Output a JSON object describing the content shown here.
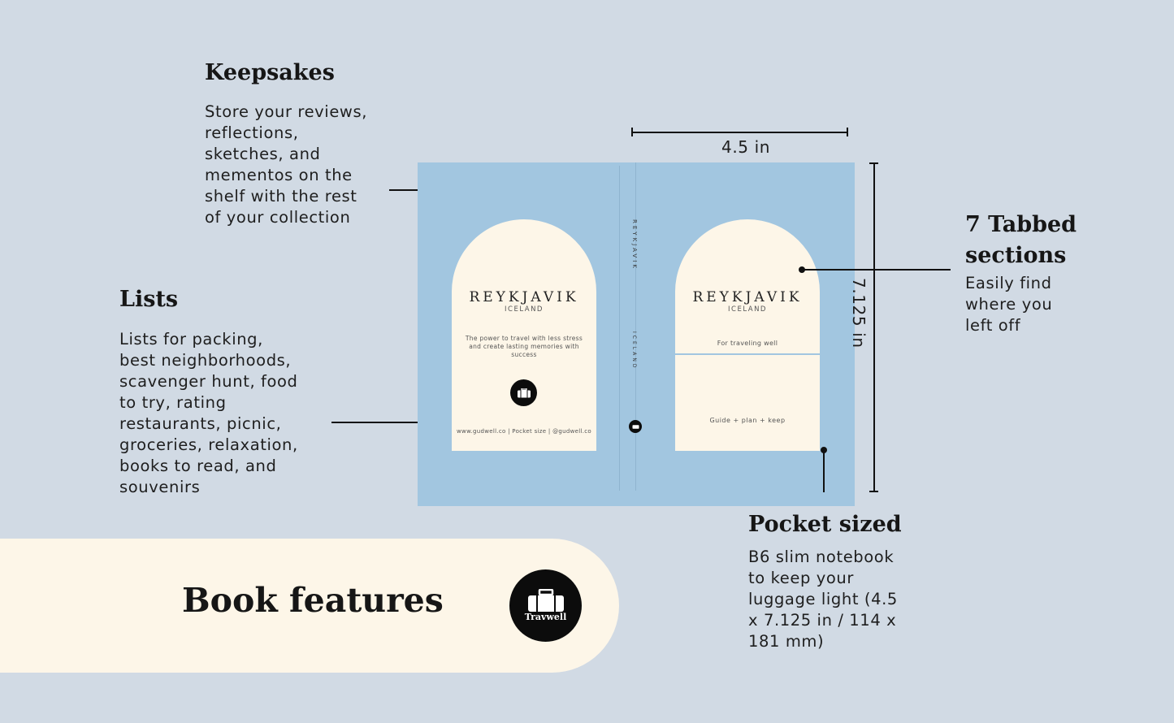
{
  "keepsakes": {
    "title": "Keepsakes",
    "lines": [
      "Store your reviews,",
      "reflections,",
      "sketches, and",
      "mementos on the",
      "shelf with the rest",
      "of your collection"
    ]
  },
  "lists": {
    "title": "Lists",
    "lines": [
      "Lists for packing,",
      "best neighborhoods,",
      "scavenger hunt, food",
      "to try, rating",
      "restaurants, picnic,",
      "groceries, relaxation,",
      "books to read, and",
      "souvenirs"
    ]
  },
  "tabbed": {
    "title_line1": "7 Tabbed",
    "title_line2": "sections",
    "lines": [
      "Easily find",
      "where you",
      "left off"
    ]
  },
  "pocket": {
    "title": "Pocket sized",
    "lines": [
      "B6 slim notebook",
      "to keep your",
      "luggage light (4.5",
      "x 7.125 in / 114 x",
      "181 mm)"
    ]
  },
  "dimensions": {
    "width": "4.5 in",
    "height": "7.125 in"
  },
  "book": {
    "back": {
      "title": "REYKJAVIK",
      "subtitle": "ICELAND",
      "tagline_lines": [
        "The power to travel with less stress",
        "and create lasting memories with",
        "success"
      ],
      "footer": "www.gudwell.co | Pocket size | @gudwell.co"
    },
    "spine": {
      "title": "REYKJAVIK",
      "subtitle": "ICELAND"
    },
    "front": {
      "title": "REYKJAVIK",
      "subtitle": "ICELAND",
      "tagline": "For traveling well",
      "footer": "Guide + plan + keep"
    },
    "cover_color": "#a2c6e0",
    "arch_color": "#fdf6e8"
  },
  "banner": {
    "title": "Book features",
    "logo_text": "Travwell"
  }
}
